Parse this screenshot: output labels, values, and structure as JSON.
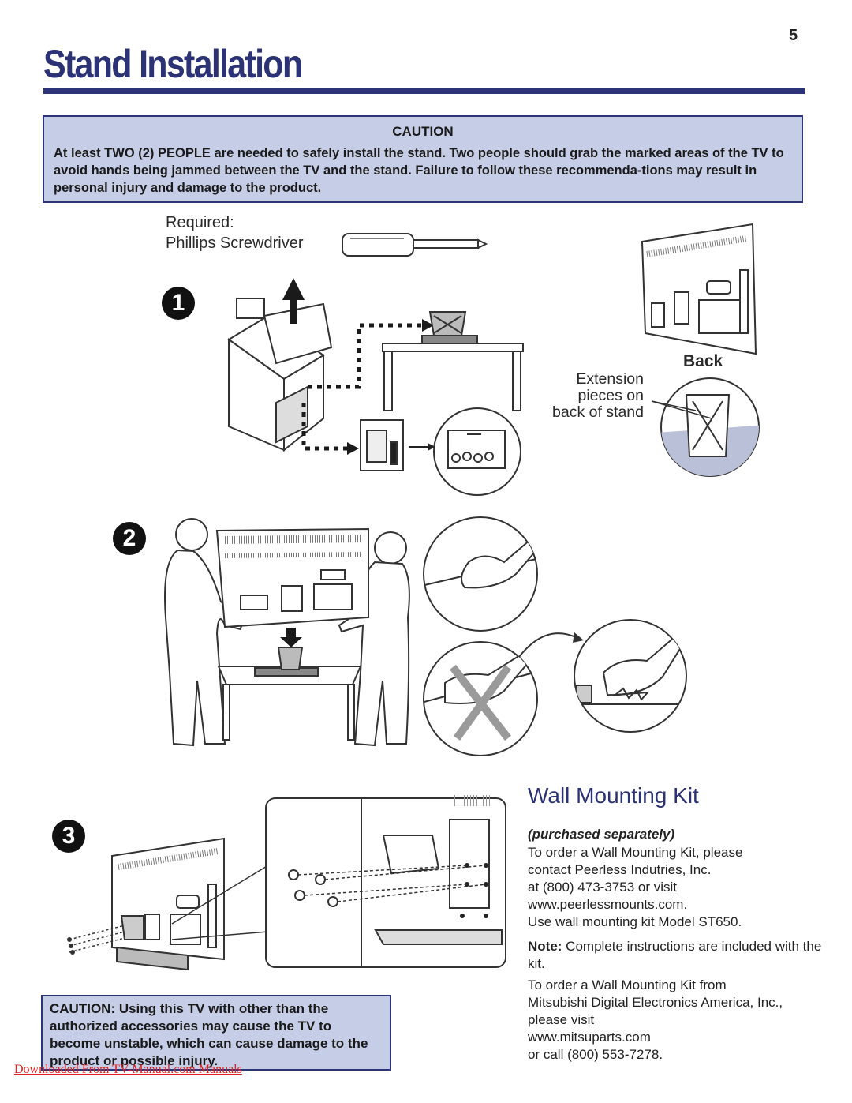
{
  "page": {
    "number": "5",
    "title": "Stand Installation"
  },
  "caution_top": {
    "heading": "CAUTION",
    "body": "At least TWO (2) PEOPLE are needed to safely install the stand.  Two people should grab the marked areas of the TV to avoid hands being jammed between the TV and the stand.  Failure to follow these recommenda-tions may result in personal injury and damage to the product."
  },
  "illustration": {
    "required_label": "Required:",
    "required_item": "Phillips Screwdriver",
    "back_label": "Back",
    "extension_label": "Extension pieces on back of stand",
    "steps": [
      "1",
      "2",
      "3"
    ]
  },
  "wall_mounting": {
    "title": "Wall Mounting Kit",
    "subtitle": "(purchased separately)",
    "para1": [
      "To order a Wall Mounting Kit, please",
      "contact Peerless Indutries, Inc.",
      "at (800) 473-3753 or visit",
      "www.peerlessmounts.com.",
      "Use wall mounting kit Model ST650."
    ],
    "note_label": "Note:",
    "note_text": " Complete instructions are included with the kit.",
    "para3": [
      "To order a Wall Mounting Kit from",
      "Mitsubishi Digital Electronics America, Inc.,",
      "please visit",
      "www.mitsuparts.com",
      "or call (800) 553-7278."
    ]
  },
  "caution_bottom": {
    "text": "CAUTION:  Using this TV with other than the authorized accessories may cause the TV to become unstable, which can cause damage to the product or possible injury."
  },
  "footer": {
    "link_text": "Downloaded From TV-Manual.com Manuals"
  }
}
